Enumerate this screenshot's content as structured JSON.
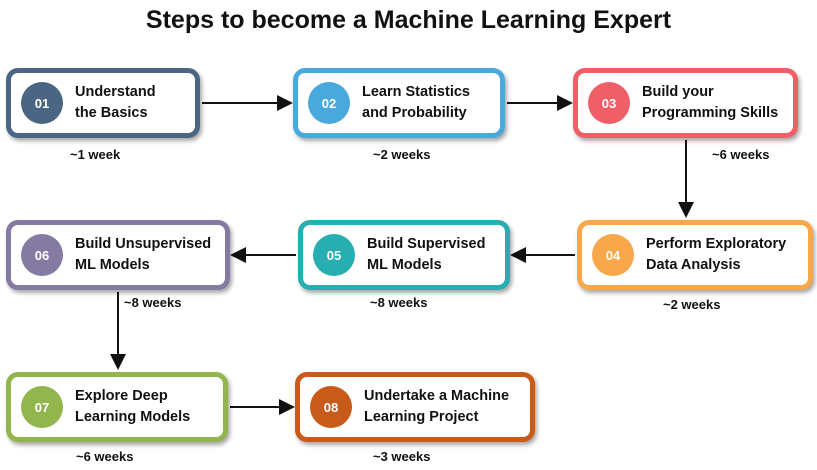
{
  "title": "Steps to become a Machine Learning Expert",
  "steps": [
    {
      "num": "01",
      "line1": "Understand",
      "line2": "the Basics",
      "duration": "~1 week",
      "color": "#4a6682"
    },
    {
      "num": "02",
      "line1": "Learn Statistics",
      "line2": "and Probability",
      "duration": "~2 weeks",
      "color": "#49a8dc"
    },
    {
      "num": "03",
      "line1": "Build your",
      "line2": "Programming Skills",
      "duration": "~6 weeks",
      "color": "#ef5f67"
    },
    {
      "num": "04",
      "line1": "Perform Exploratory",
      "line2": "Data Analysis",
      "duration": "~2 weeks",
      "color": "#f8a84a"
    },
    {
      "num": "05",
      "line1": "Build Supervised",
      "line2": "ML Models",
      "duration": "~8 weeks",
      "color": "#27aeb0"
    },
    {
      "num": "06",
      "line1": "Build Unsupervised",
      "line2": "ML Models",
      "duration": "~8 weeks",
      "color": "#847aa2"
    },
    {
      "num": "07",
      "line1": "Explore Deep",
      "line2": "Learning Models",
      "duration": "~6 weeks",
      "color": "#93b54e"
    },
    {
      "num": "08",
      "line1": "Undertake a Machine",
      "line2": "Learning Project",
      "duration": "~3 weeks",
      "color": "#c85a1a"
    }
  ]
}
